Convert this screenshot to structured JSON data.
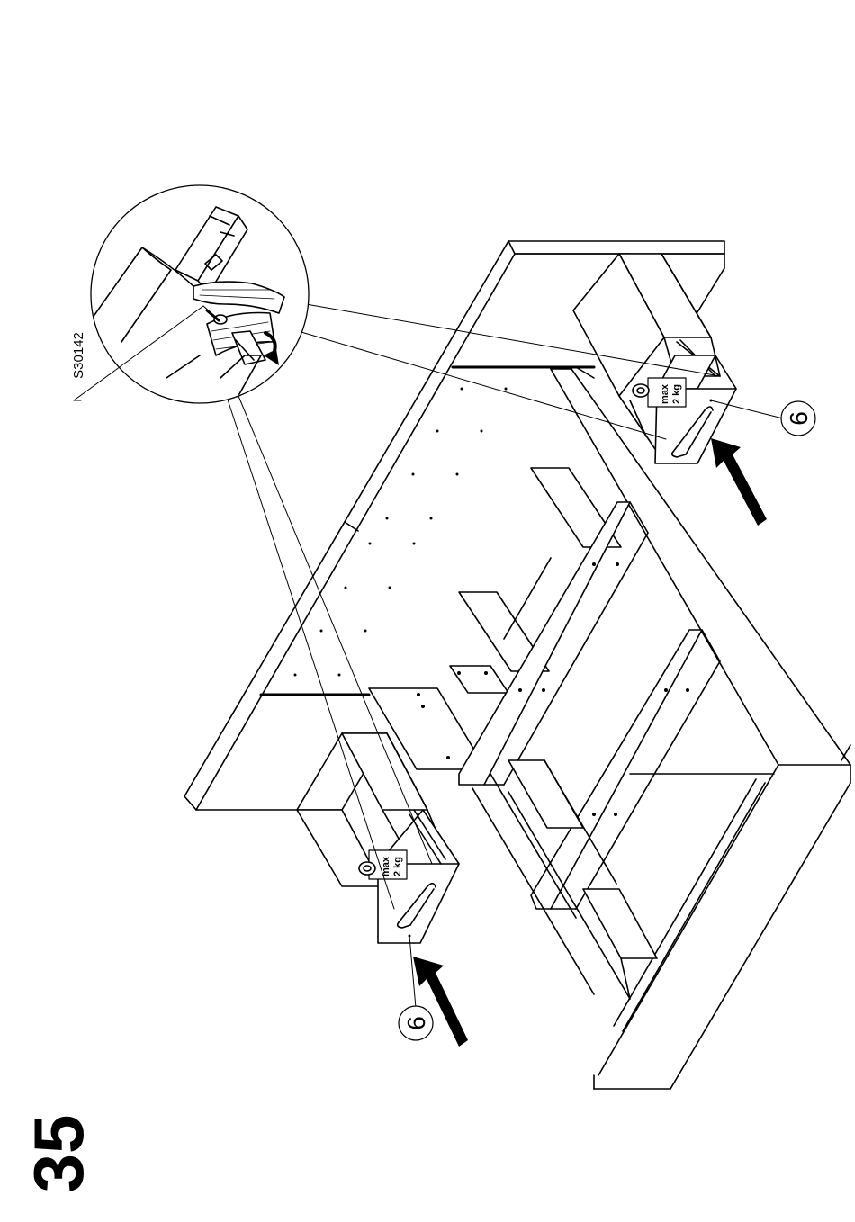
{
  "step": {
    "number": "35"
  },
  "detail": {
    "part_code": "S30142"
  },
  "drawers": [
    {
      "callout": "6",
      "weight_limit_line1": "max",
      "weight_limit_line2": "2 kg"
    },
    {
      "callout": "6",
      "weight_limit_line1": "max",
      "weight_limit_line2": "2 kg"
    }
  ],
  "colors": {
    "ink": "#000000",
    "paper": "#ffffff"
  }
}
